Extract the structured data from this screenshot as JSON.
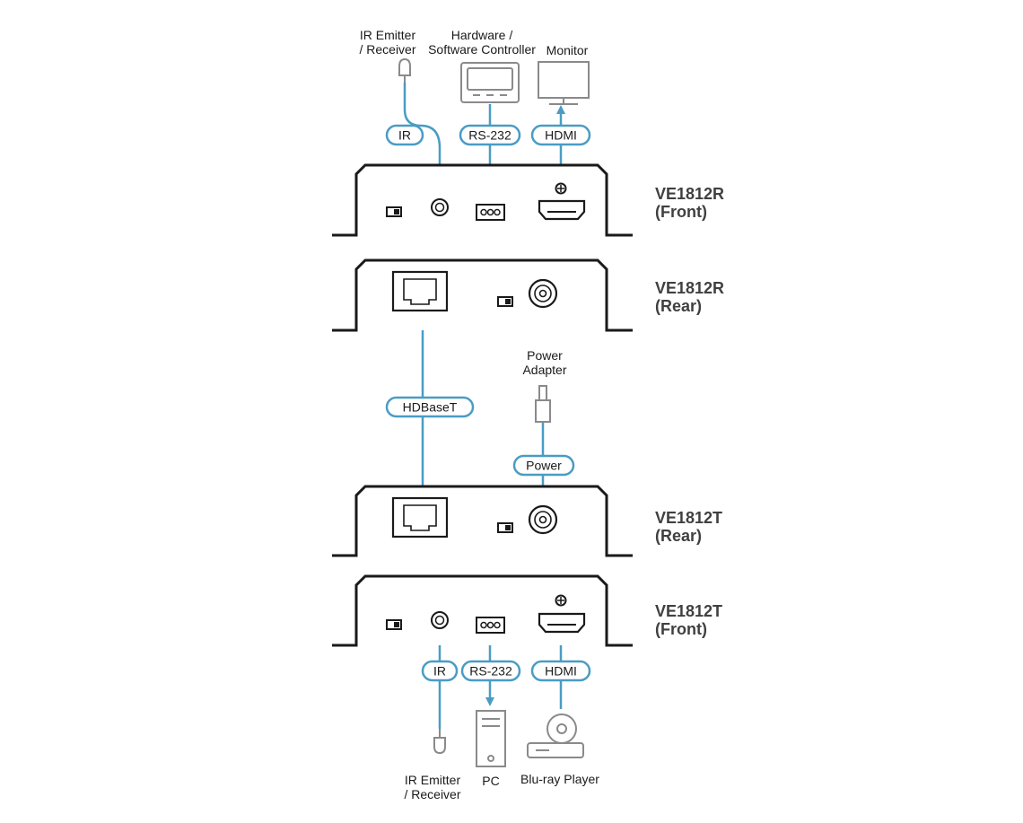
{
  "devices": {
    "rx_front": "VE1812R\n(Front)",
    "rx_rear": "VE1812R\n(Rear)",
    "tx_rear": "VE1812T\n(Rear)",
    "tx_front": "VE1812T\n(Front)"
  },
  "labels": {
    "ir_emitter_top": "IR Emitter\n/ Receiver",
    "hw_controller": "Hardware /\nSoftware Controller",
    "monitor": "Monitor",
    "power_adapter": "Power\nAdapter",
    "ir_emitter_bottom": "IR Emitter\n/ Receiver",
    "pc": "PC",
    "bluray": "Blu-ray Player"
  },
  "connections": {
    "ir_top": "IR",
    "rs232_top": "RS-232",
    "hdmi_top": "HDMI",
    "hdbaset": "HDBaseT",
    "power": "Power",
    "ir_bottom": "IR",
    "rs232_bottom": "RS-232",
    "hdmi_bottom": "HDMI"
  },
  "colors": {
    "cable": "#4a9cc4",
    "outline": "#1a1a1a",
    "peripheral": "#8a8a8a"
  }
}
